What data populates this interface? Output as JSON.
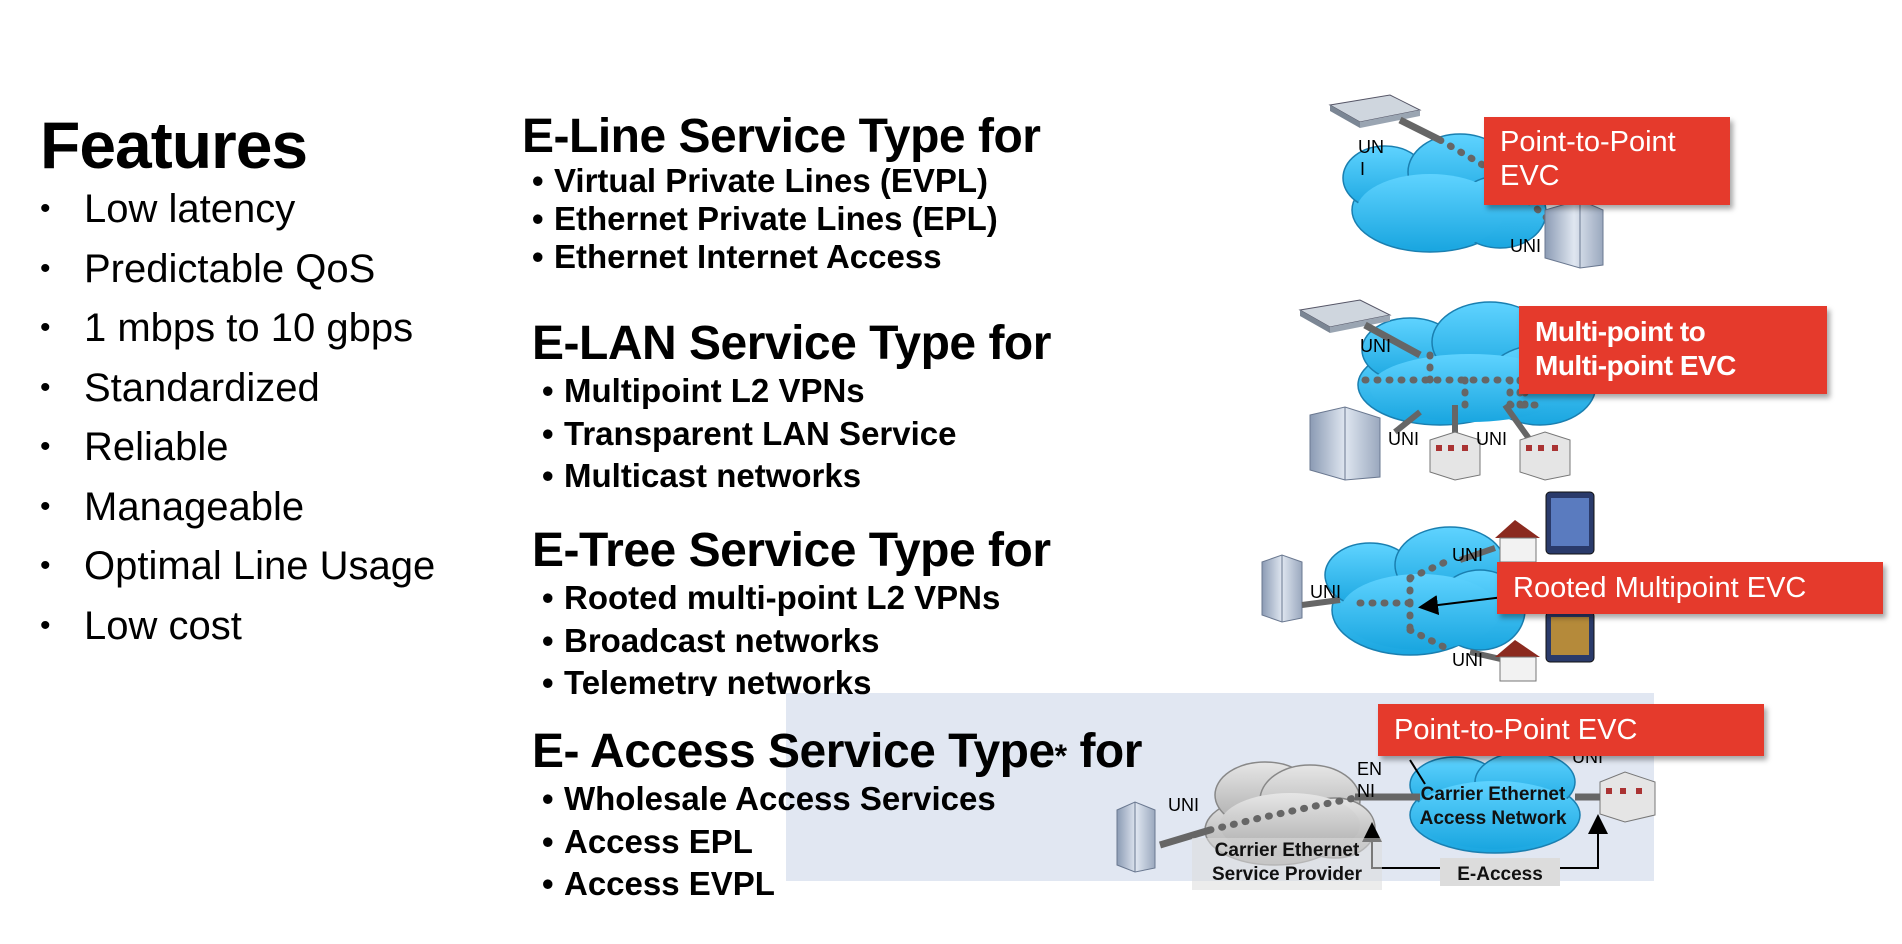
{
  "features": {
    "title": "Features",
    "items": [
      "Low latency",
      "Predictable QoS",
      "1 mbps to 10 gbps",
      "Standardized",
      "Reliable",
      "Manageable",
      "Optimal Line Usage",
      "Low cost"
    ]
  },
  "services": {
    "eline": {
      "title": "E-Line Service Type for",
      "items": [
        "Virtual Private Lines (EVPL)",
        "Ethernet Private Lines (EPL)",
        "Ethernet Internet Access"
      ]
    },
    "elan": {
      "title": "E-LAN Service Type for",
      "items": [
        "Multipoint L2 VPNs",
        "Transparent LAN Service",
        "Multicast networks"
      ]
    },
    "etree": {
      "title": "E-Tree Service Type for",
      "items": [
        "Rooted multi-point L2 VPNs",
        "Broadcast networks",
        "Telemetry networks"
      ]
    },
    "eaccess": {
      "title": "E- Access Service Type",
      "title_mark": "*",
      "title_suffix": " for",
      "items": [
        "Wholesale Access Services",
        "Access EPL",
        "Access EVPL"
      ]
    }
  },
  "bullet": "•",
  "diagrams": {
    "p2p": {
      "callout_line1": "Point-to-Point",
      "callout_line2": "EVC",
      "uni_left_1": "UN",
      "uni_left_2": "I",
      "uni_right": "UNI"
    },
    "mp": {
      "callout_line1": "Multi-point to",
      "callout_line2": "Multi-point EVC",
      "uni_top": "UNI",
      "uni_mid": "UNI",
      "uni_right": "UNI"
    },
    "rooted": {
      "callout": "Rooted Multipoint EVC",
      "uni_left": "UNI",
      "uni_top": "UNI",
      "uni_bottom": "UNI"
    },
    "access": {
      "callout": "Point-to-Point EVC",
      "uni_left": "UNI",
      "uni_right": "UNI",
      "enni_1": "EN",
      "enni_2": "NI",
      "provider_1": "Carrier Ethernet",
      "provider_2": "Service Provider",
      "access_net_1": "Carrier Ethernet",
      "access_net_2": "Access Network",
      "eaccess_label": "E-Access"
    }
  },
  "colors": {
    "callout": "#e53a2c",
    "cloud": "#3ec1f2",
    "cloud_grey": "#c9c9c9",
    "panel": "#e1e7f2"
  }
}
